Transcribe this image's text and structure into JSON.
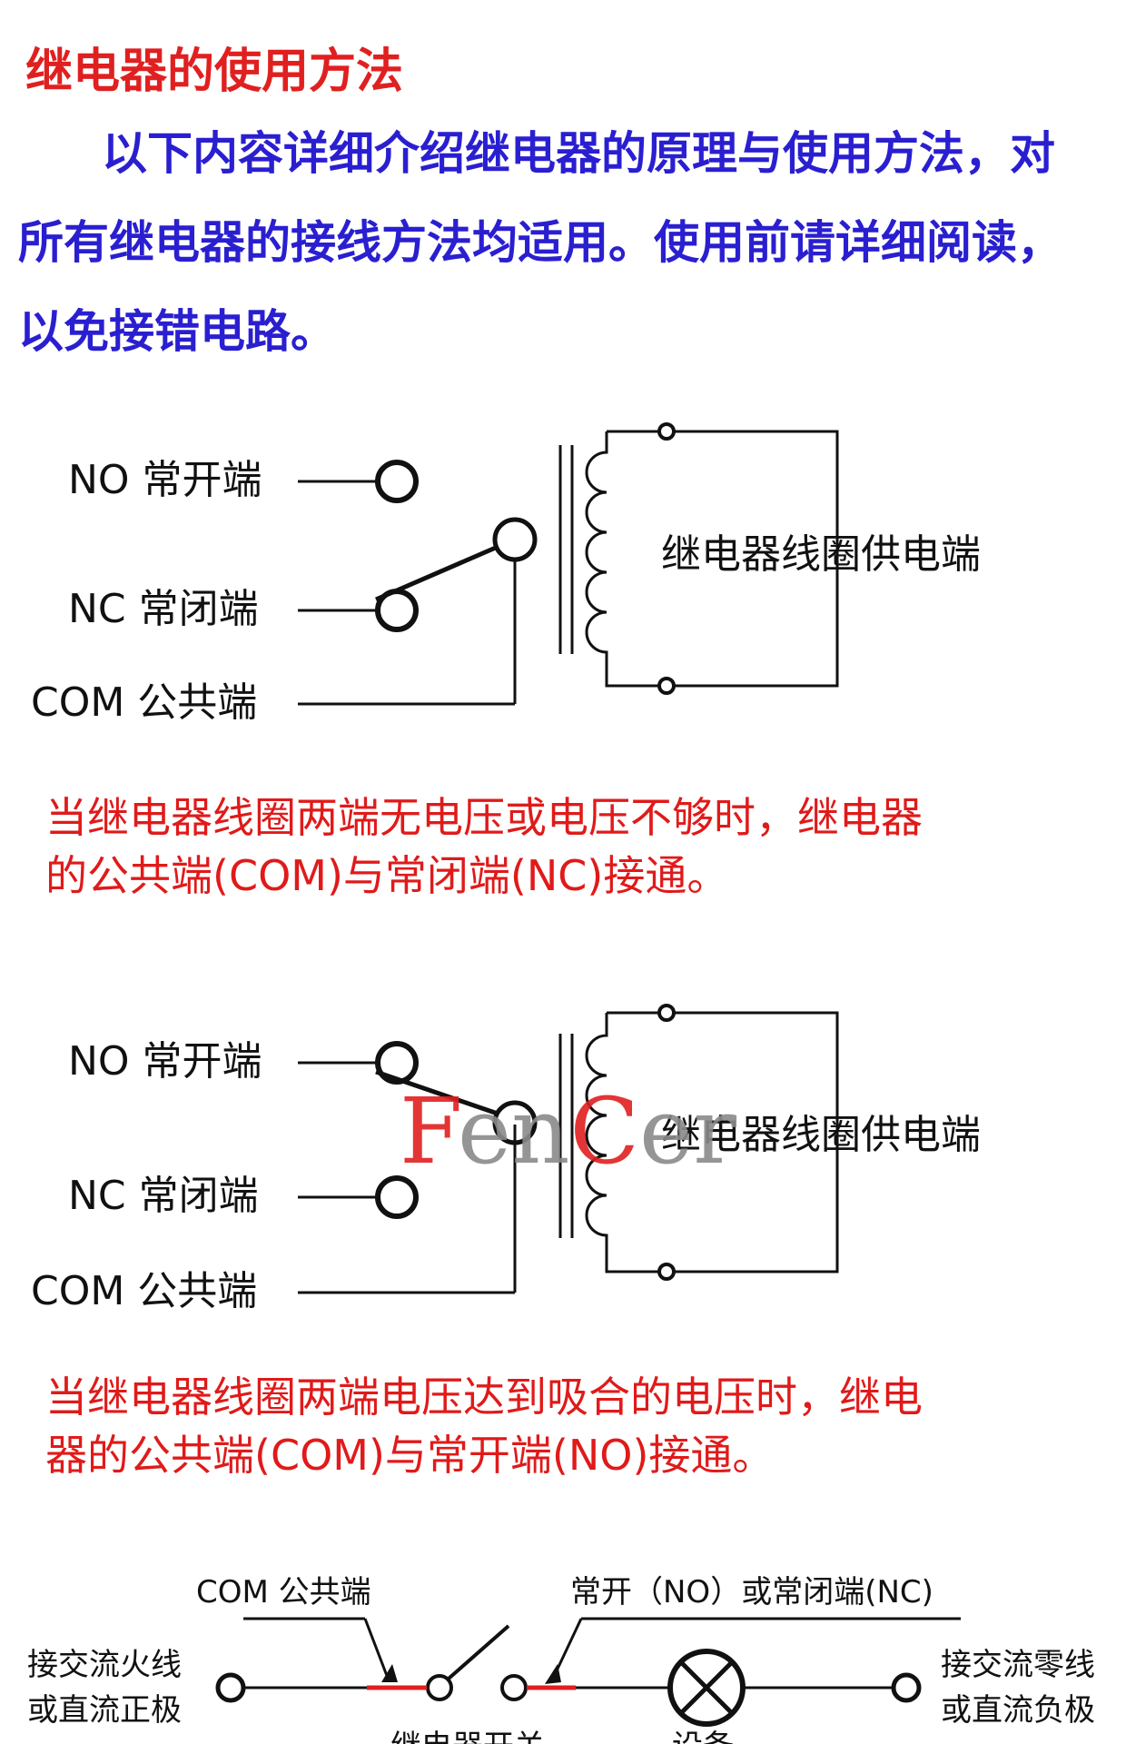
{
  "title": "继电器的使用方法",
  "intro": "以下内容详细介绍继电器的原理与使用方法，对所有继电器的接线方法均适用。使用前请详细阅读，以免接错电路。",
  "terminals": {
    "no": "NO 常开端",
    "nc": "NC 常闭端",
    "com": "COM 公共端"
  },
  "coil_label": "继电器线圈供电端",
  "caption_off": "当继电器线圈两端无电压或电压不够时，继电器的公共端(COM)与常闭端(NC)接通。",
  "caption_on": "当继电器线圈两端电压达到吸合的电压时，继电器的公共端(COM)与常开端(NO)接通。",
  "watermark": {
    "part1": "F",
    "part2": "en",
    "part3": "C",
    "part4": "er",
    "color_red": "#e02020",
    "color_gray": "#8a8a8a"
  },
  "wiring": {
    "com_label": "COM 公共端",
    "no_nc_label": "常开（NO）或常闭端(NC)",
    "left_line1": "接交流火线",
    "left_line2": "或直流正极",
    "right_line1": "接交流零线",
    "right_line2": "或直流负极",
    "switch_label": "继电器开关",
    "device_label": "设备"
  },
  "colors": {
    "title": "#e02020",
    "intro": "#2a1fd0",
    "caption": "#e01a1a",
    "highlight": "#e02020"
  }
}
